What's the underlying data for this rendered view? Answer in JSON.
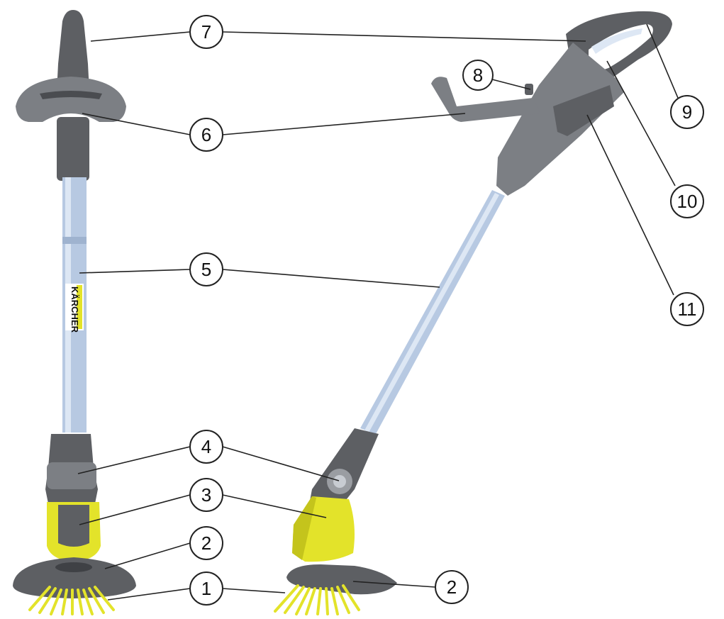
{
  "figure": {
    "brand_text": "KÄRCHER",
    "callouts": [
      {
        "id": "7a",
        "label": "7"
      },
      {
        "id": "6a",
        "label": "6"
      },
      {
        "id": "5a",
        "label": "5"
      },
      {
        "id": "4a",
        "label": "4"
      },
      {
        "id": "3a",
        "label": "3"
      },
      {
        "id": "2a",
        "label": "2"
      },
      {
        "id": "1a",
        "label": "1"
      },
      {
        "id": "2b",
        "label": "2"
      },
      {
        "id": "8a",
        "label": "8"
      },
      {
        "id": "9a",
        "label": "9"
      },
      {
        "id": "10a",
        "label": "10"
      },
      {
        "id": "11a",
        "label": "11"
      }
    ]
  },
  "colors": {
    "housing_dark": "#5d5f63",
    "housing_mid": "#7c7f84",
    "housing_light": "#9a9da2",
    "shaft": "#b7c9e2",
    "shaft_highlight": "#dde7f4",
    "accent_yellow": "#e3e32a",
    "yellow_shade": "#c4c41c",
    "line": "#222222"
  }
}
